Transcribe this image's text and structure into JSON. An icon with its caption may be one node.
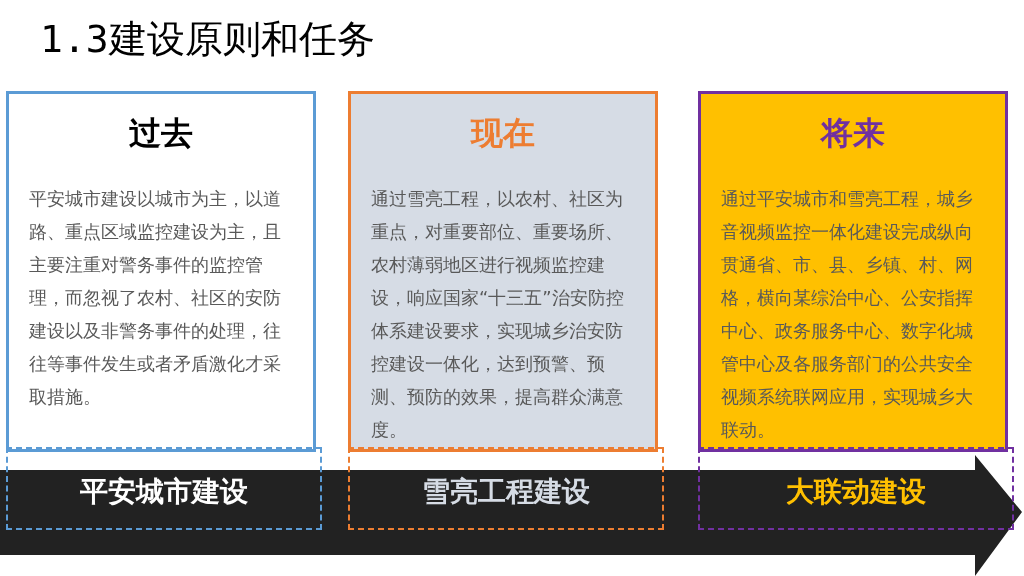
{
  "diagram": {
    "title": "1.3建设原则和任务",
    "nodes": [
      {
        "text": [
          "过去",
          "平安城市建设以城市为主，以道路、重点区域监控建设为主，且主要注重对警务事件的监控管理，而忽视了农村、社区的安防建设以及非警务事件的处理，往往等事件发生或者矛盾激化才采取措施。"
        ]
      },
      {
        "text": [
          "现在",
          "通过雪亮工程，以农村、社区为重点，对重要部位、重要场所、农村薄弱地区进行视频监控建设，响应国家“十三五”治安防控体系建设要求，实现城乡治安防控建设一体化，达到预警、预测、预防的效果，提高群众满意度。"
        ]
      },
      {
        "text": [
          "将来",
          "通过平安城市和雪亮工程，城乡音视频监控一体化建设完成纵向贯通省、市、县、乡镇、村、网格，横向某综治中心、公安指挥中心、政务服务中心、数字化城管中心及各服务部门的公共安全视频系统联网应用，实现城乡大联动。"
        ]
      },
      {
        "text": [
          "平安城市建设"
        ]
      },
      {
        "text": [
          "雪亮工程建设"
        ]
      },
      {
        "text": [
          "大联动建设"
        ]
      }
    ],
    "edges": []
  }
}
